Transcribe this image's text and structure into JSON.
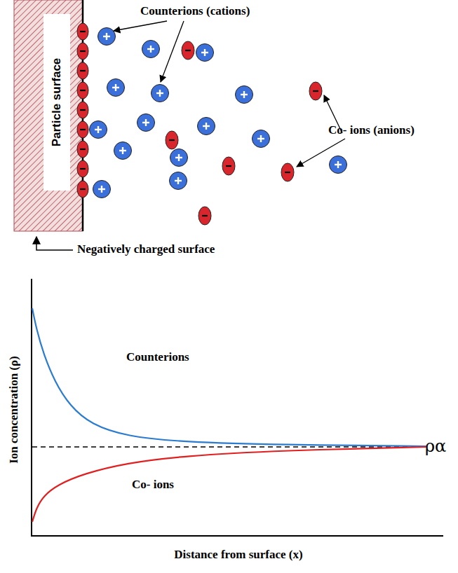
{
  "diagram": {
    "nodes": [
      {
        "text": [
          "Particle surface"
        ]
      }
    ],
    "labels": [
      "Counterions (cations)",
      "Co- ions (anions)",
      "Negatively charged surface",
      "Ion concentration (ρ)",
      "Counterions",
      "Co- ions",
      "Distance from surface (x)",
      "ρα"
    ]
  }
}
